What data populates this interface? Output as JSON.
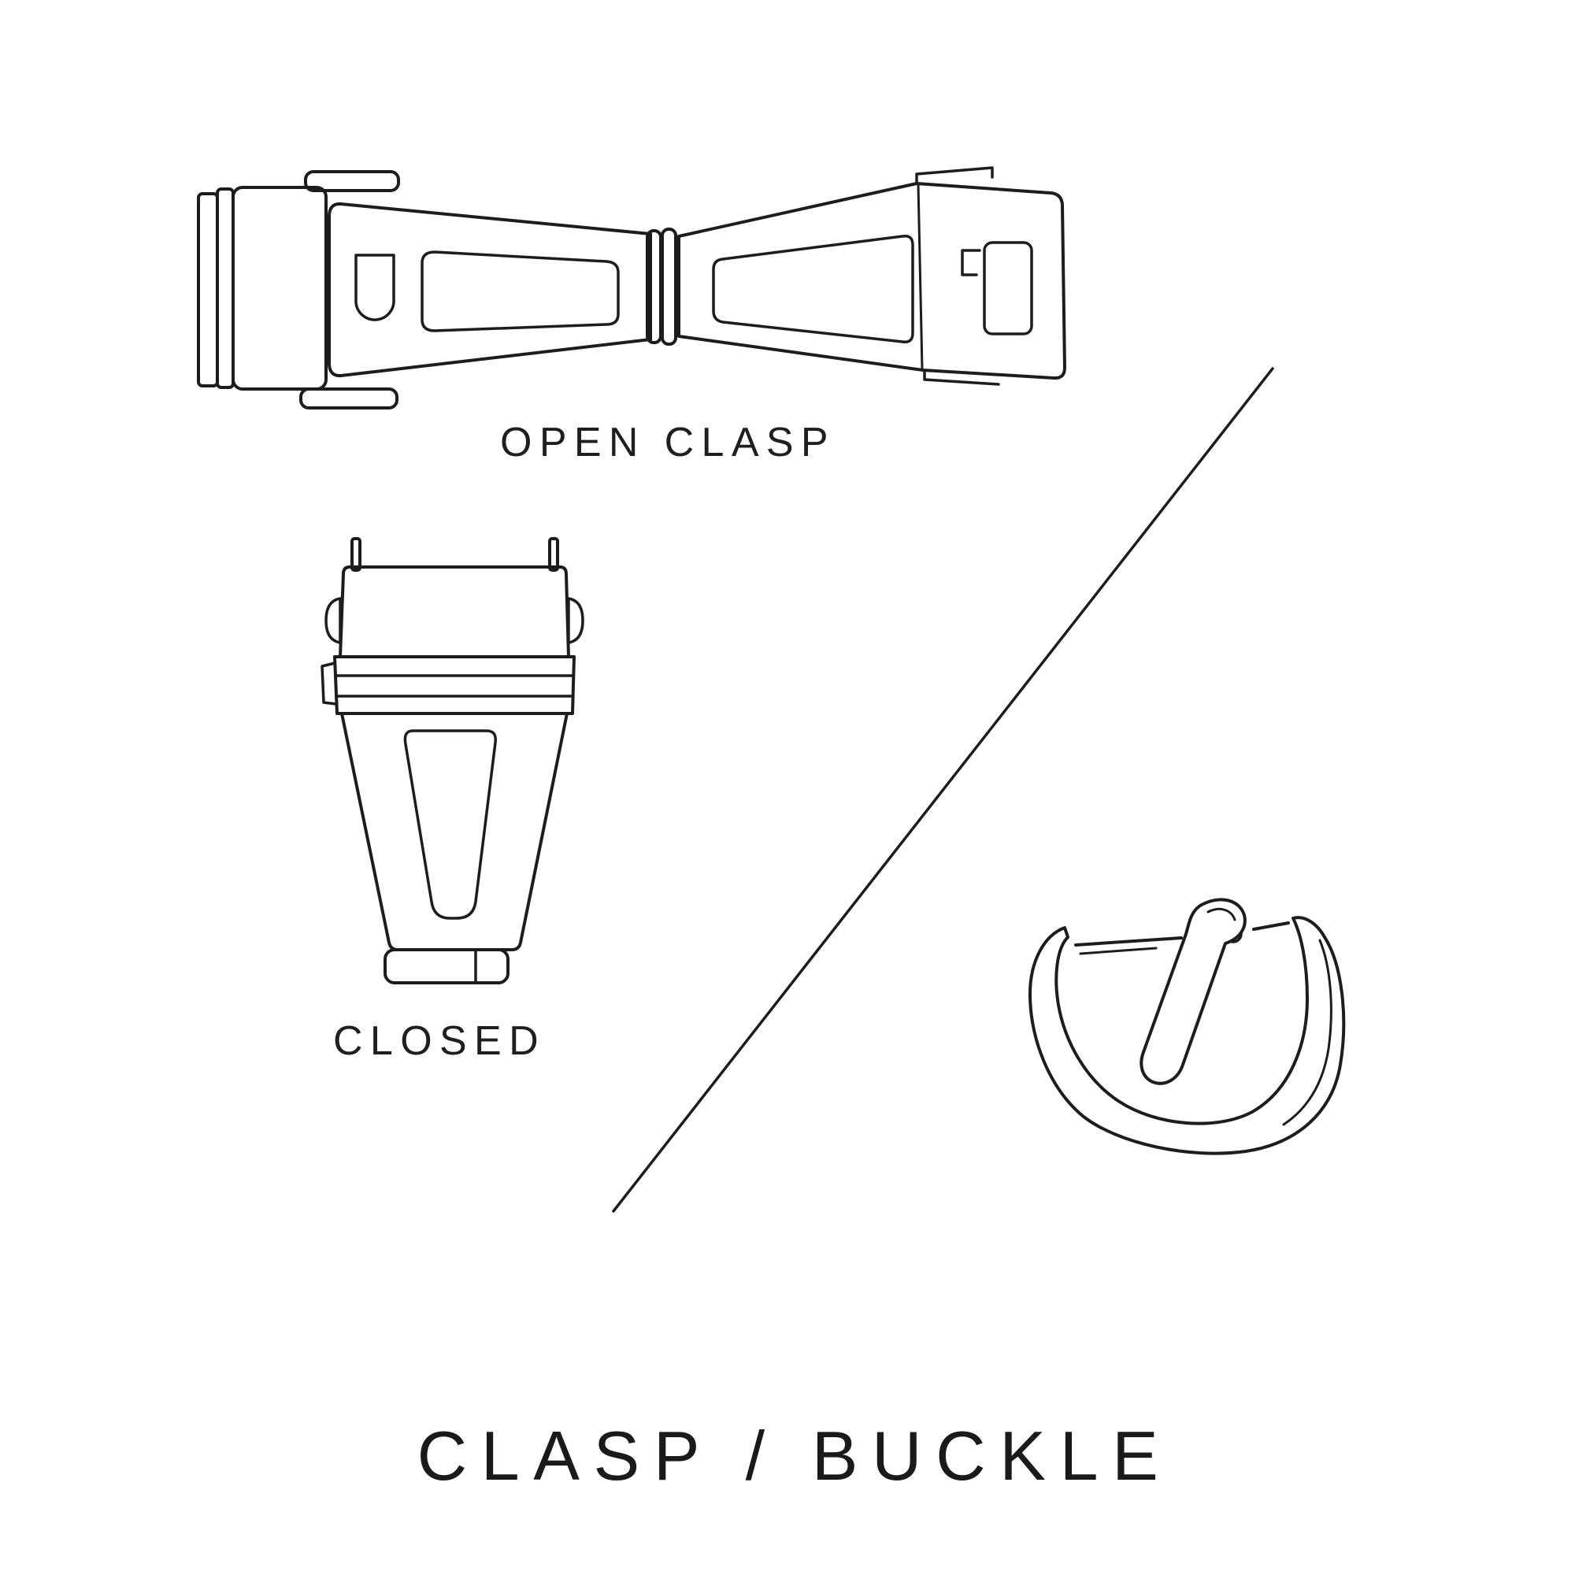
{
  "page": {
    "background": "#ffffff",
    "line_color": "#1d1d1d",
    "text_color": "#1f1f1f"
  },
  "labels": {
    "open_clasp_caption": "OPEN CLASP",
    "closed_caption": "CLOSED",
    "title": "CLASP / BUCKLE"
  }
}
